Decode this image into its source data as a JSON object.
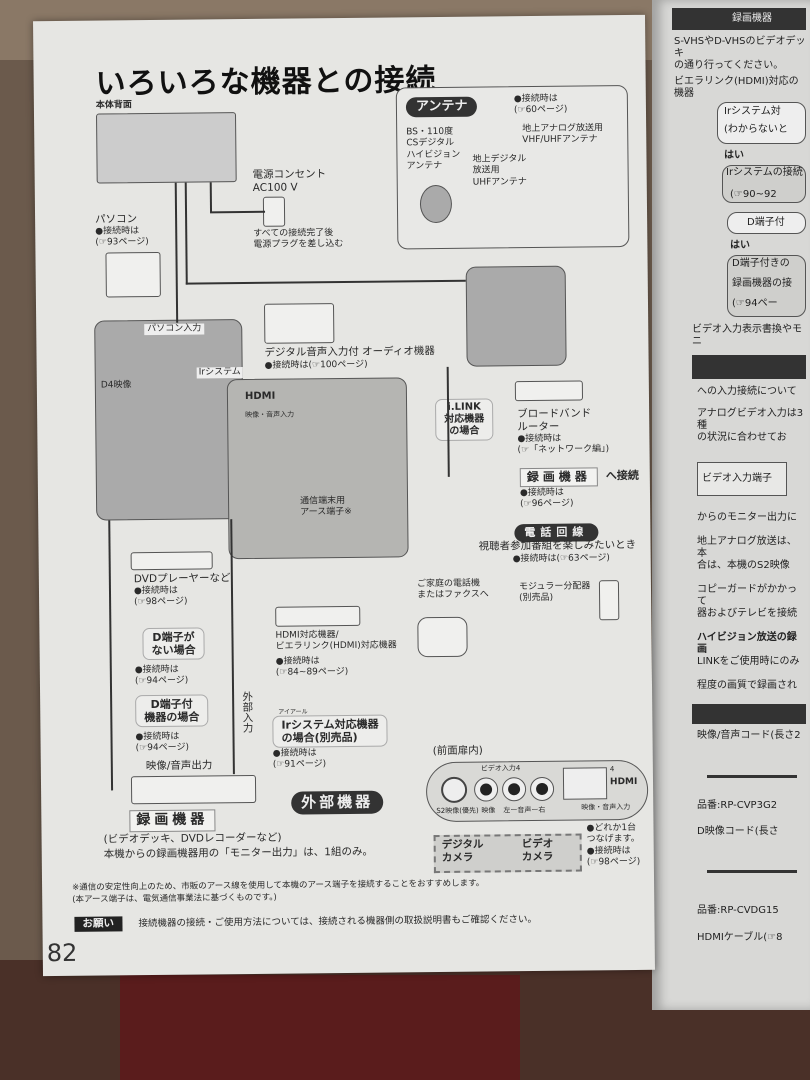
{
  "title": "いろいろな機器との接続",
  "rear": {
    "label": "本体背面",
    "power": "電源コンセント\nAC100 V",
    "power_note": "すべての接続完了後\n電源プラグを差し込む"
  },
  "pc": {
    "name": "パソコン",
    "ref": "●接続時は\n(☞93ページ)",
    "port": "パソコン入力"
  },
  "panel_labels": {
    "d4": "D4映像",
    "ir": "Irシステム",
    "hdmi": "HDMI",
    "hdmi_sub": "映像・音声入力",
    "earth": "通信端末用\nアース端子※"
  },
  "antenna": {
    "title": "アンテナ",
    "ref": "●接続時は\n(☞60ページ)",
    "bs": "BS・110度\nCSデジタル\nハイビジョン\nアンテナ",
    "analog": "地上アナログ放送用\nVHF/UHFアンテナ",
    "digital": "地上デジタル\n放送用\nUHFアンテナ"
  },
  "audio": {
    "name": "デジタル音声入力付 オーディオ機器",
    "ref": "●接続時は(☞100ページ)"
  },
  "ilink": "i.LINK\n対応機器\nの場合",
  "router": {
    "name": "ブロードバンド\nルーター",
    "ref": "●接続時は\n(☞「ネットワーク編」)"
  },
  "recorder_connect": {
    "label": "録画機器",
    "suffix": "へ接続",
    "ref": "●接続時は\n(☞96ページ)"
  },
  "phone": {
    "title": "電話回線",
    "desc": "視聴者参加番組を楽しみたいとき",
    "ref": "●接続時は(☞63ページ)",
    "home": "ご家庭の電話機\nまたはファクスへ",
    "splitter": "モジュラー分配器\n(別売品)"
  },
  "dvd": {
    "name": "DVDプレーヤーなど",
    "ref": "●接続時は\n(☞98ページ)"
  },
  "no_d": {
    "bubble": "D端子が\nない場合",
    "ref": "●接続時は\n(☞94ページ)"
  },
  "with_d": {
    "bubble": "D端子付\n機器の場合",
    "ref": "●接続時は\n(☞94ページ)"
  },
  "av_out": "映像/音声出力",
  "ext_in": "外部入力",
  "hdmi_dev": {
    "name": "HDMI対応機器/\nビエラリンク(HDMI)対応機器",
    "ref": "●接続時は\n(☞84~89ページ)"
  },
  "ir_dev": {
    "ruby": "アイアール",
    "bubble": "Irシステム対応機器\nの場合(別売品)",
    "ref": "●接続時は\n(☞91ページ)"
  },
  "external": "外部機器",
  "recorder": {
    "label": "録画機器",
    "desc": "(ビデオデッキ、DVDレコーダーなど)\n本機からの録画機器用の「モニター出力」は、1組のみ。"
  },
  "front": {
    "title": "(前面扉内)",
    "video_in": "ビデオ入力4",
    "s2": "S2映像(優先)",
    "video": "映像",
    "audio": "左ー音声ー右",
    "hdmi": "HDMI",
    "hdmi_num": "4",
    "hdmi_sub": "映像・音声入力"
  },
  "cameras": {
    "digital": "デジタル\nカメラ",
    "video": "ビデオ\nカメラ",
    "note": "●どれか1台\nつなげます。\n●接続時は\n(☞98ページ)"
  },
  "footnote": "※通信の安定性向上のため、市販のアース線を使用して本機のアース端子を接続することをおすすめします。\n(本アース端子は、電気通信事業法に基づくものです。)",
  "request": {
    "badge": "お願い",
    "text": "接続機器の接続・ご使用方法については、接続される機器側の取扱説明書もご確認ください。"
  },
  "page_number": "82",
  "right_page": [
    "録画機器",
    "S-VHSやD-VHSのビデオデッキ",
    "の通り行ってください。",
    "ビエラリンク(HDMI)対応の機器",
    "Irシステム対",
    "(わからないと",
    "はい",
    "Irシステムの接続",
    "(☞90~92",
    "D端子付",
    "はい",
    "D端子付きの",
    "録画機器の接",
    "(☞94ペー",
    "ビデオ入力表示書換やモニ",
    "への入力接続について",
    "アナログビデオ入力は3種",
    "の状況に合わせてお",
    "ビデオ入力端子",
    "からのモニター出力に",
    "地上アナログ放送は、本",
    "合は、本機のS2映像",
    "コピーガードがかかって",
    "器およびテレビを接続",
    "ハイビジョン放送の録画",
    "LINKをご使用時にのみ",
    "程度の画質で録画され",
    "映像/音声コード(長さ2",
    "品番:RP-CVP3G2",
    "D映像コード(長さ",
    "品番:RP-CVDG15",
    "HDMIケーブル(☞8"
  ]
}
